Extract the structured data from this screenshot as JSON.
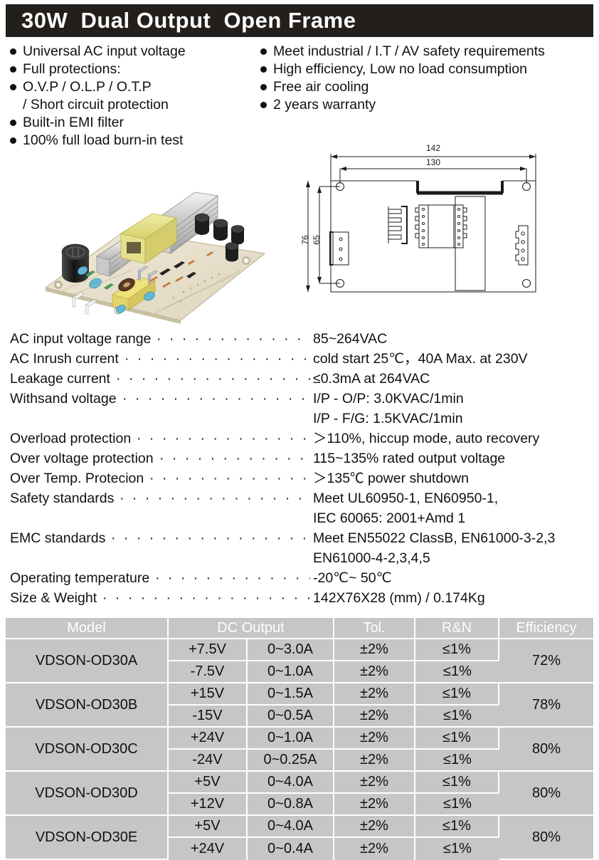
{
  "title": "30W  Dual Output  Open Frame",
  "features": {
    "left": [
      {
        "text": "Universal AC input voltage",
        "continuation": false
      },
      {
        "text": "Full protections:",
        "continuation": false
      },
      {
        "text": "O.V.P / O.L.P / O.T.P",
        "continuation": false
      },
      {
        "text": "/ Short circuit protection",
        "continuation": true
      },
      {
        "text": "Built-in EMI filter",
        "continuation": false
      },
      {
        "text": "100% full load burn-in test",
        "continuation": false
      }
    ],
    "right": [
      {
        "text": "Meet industrial / I.T / AV safety requirements",
        "continuation": false
      },
      {
        "text": "High efficiency, Low no load consumption",
        "continuation": false
      },
      {
        "text": "Free air cooling",
        "continuation": false
      },
      {
        "text": "2 years warranty",
        "continuation": false
      }
    ]
  },
  "drawing": {
    "dim_width_outer": "142",
    "dim_width_inner": "130",
    "dim_height_outer": "76",
    "dim_height_inner": "65"
  },
  "specs": [
    {
      "label": "AC input voltage range",
      "value": "85~264VAC",
      "leader": true
    },
    {
      "label": "AC Inrush current",
      "value": "cold start 25℃，40A  Max. at  230V",
      "leader": true
    },
    {
      "label": "Leakage current",
      "value": "≤0.3mA at 264VAC",
      "leader": true
    },
    {
      "label": "Withsand voltage",
      "value": "I/P - O/P: 3.0KVAC/1min",
      "leader": true
    },
    {
      "label": "",
      "value": "I/P - F/G: 1.5KVAC/1min",
      "leader": false
    },
    {
      "label": "Overload protection",
      "value": "＞110%, hiccup mode, auto recovery",
      "leader": true
    },
    {
      "label": "Over voltage protection",
      "value": "115~135% rated output voltage",
      "leader": true
    },
    {
      "label": "Over Temp. Protecion",
      "value": "＞135℃ power shutdown",
      "leader": true
    },
    {
      "label": "Safety standards",
      "value": "Meet UL60950-1, EN60950-1,",
      "leader": true
    },
    {
      "label": "",
      "value": "IEC 60065: 2001+Amd 1",
      "leader": false
    },
    {
      "label": "EMC standards",
      "value": "Meet EN55022 ClassB, EN61000-3-2,3",
      "leader": true
    },
    {
      "label": "",
      "value": "EN61000-4-2,3,4,5",
      "leader": false
    },
    {
      "label": "Operating temperature",
      "value": "-20℃~ 50℃",
      "leader": true
    },
    {
      "label": "Size & Weight",
      "value": "142X76X28 (mm)  /  0.174Kg",
      "leader": true
    }
  ],
  "table": {
    "headers": {
      "model": "Model",
      "dc_output": "DC Output",
      "tol": "Tol.",
      "rn": "R&N",
      "efficiency": "Efficiency"
    },
    "rows": [
      {
        "model": "VDSON-OD30A",
        "efficiency": "72%",
        "outputs": [
          {
            "voltage": "+7.5V",
            "current": "0~3.0A",
            "tol": "±2%",
            "rn": "≤1%"
          },
          {
            "voltage": "-7.5V",
            "current": "0~1.0A",
            "tol": "±2%",
            "rn": "≤1%"
          }
        ]
      },
      {
        "model": "VDSON-OD30B",
        "efficiency": "78%",
        "outputs": [
          {
            "voltage": "+15V",
            "current": "0~1.5A",
            "tol": "±2%",
            "rn": "≤1%"
          },
          {
            "voltage": "-15V",
            "current": "0~0.5A",
            "tol": "±2%",
            "rn": "≤1%"
          }
        ]
      },
      {
        "model": "VDSON-OD30C",
        "efficiency": "80%",
        "outputs": [
          {
            "voltage": "+24V",
            "current": "0~1.0A",
            "tol": "±2%",
            "rn": "≤1%"
          },
          {
            "voltage": "-24V",
            "current": "0~0.25A",
            "tol": "±2%",
            "rn": "≤1%"
          }
        ]
      },
      {
        "model": "VDSON-OD30D",
        "efficiency": "80%",
        "outputs": [
          {
            "voltage": "+5V",
            "current": "0~4.0A",
            "tol": "±2%",
            "rn": "≤1%"
          },
          {
            "voltage": "+12V",
            "current": "0~0.8A",
            "tol": "±2%",
            "rn": "≤1%"
          }
        ]
      },
      {
        "model": "VDSON-OD30E",
        "efficiency": "80%",
        "outputs": [
          {
            "voltage": "+5V",
            "current": "0~4.0A",
            "tol": "±2%",
            "rn": "≤1%"
          },
          {
            "voltage": "+24V",
            "current": "0~0.4A",
            "tol": "±2%",
            "rn": "≤1%"
          }
        ]
      }
    ]
  },
  "colors": {
    "title_bar": "#231f1c",
    "table_cell": "#c6c6c6",
    "table_grid": "#ffffff",
    "text": "#111111"
  }
}
